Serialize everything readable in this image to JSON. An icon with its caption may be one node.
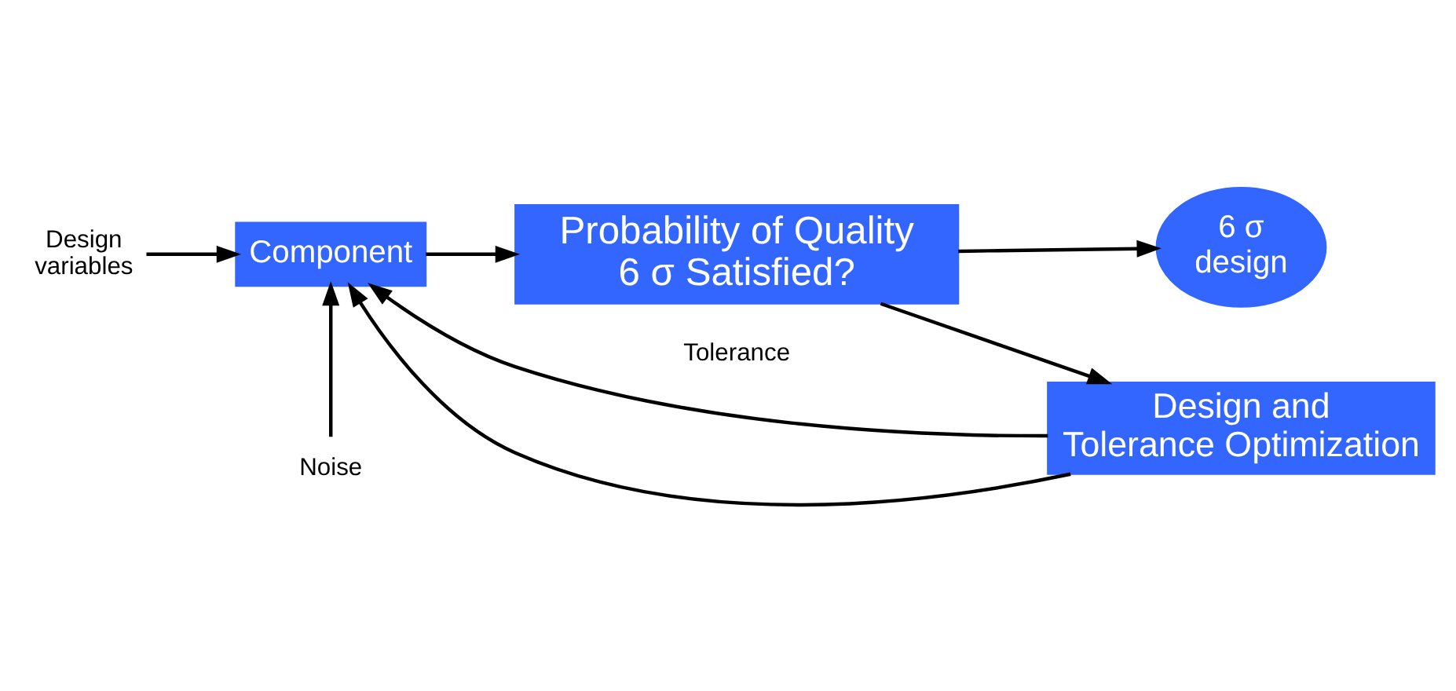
{
  "diagram": {
    "nodes": [
      {
        "text": [
          "Design variables"
        ]
      },
      {
        "text": [
          "Component"
        ]
      },
      {
        "text": [
          "Noise"
        ]
      },
      {
        "text": [
          "Probability of Quality 6 σ Satisfied?"
        ]
      },
      {
        "text": [
          "6 σ design"
        ]
      },
      {
        "text": [
          "Design and Tolerance Optimization"
        ]
      }
    ],
    "edges": [
      {
        "from": 0,
        "to": 1,
        "arrow": "to"
      },
      {
        "from": 2,
        "to": 1,
        "arrow": "to"
      },
      {
        "from": 1,
        "to": 3,
        "arrow": "to"
      },
      {
        "from": 3,
        "to": 4,
        "arrow": "to"
      },
      {
        "from": 3,
        "to": 5,
        "arrow": "to"
      },
      {
        "from": 5,
        "to": 1,
        "label": "Tolerance",
        "arrow": "to"
      },
      {
        "from": 5,
        "to": 1,
        "arrow": "to"
      }
    ]
  }
}
